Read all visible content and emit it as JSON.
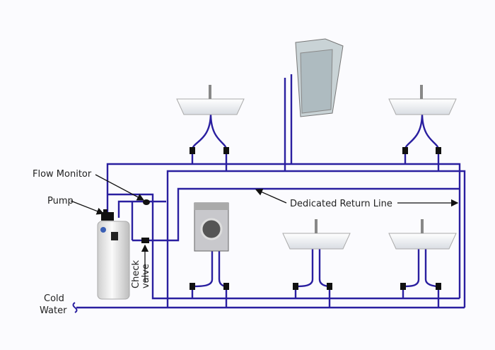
{
  "labels": {
    "flow_monitor": "Flow Monitor",
    "pump": "Pump",
    "check_valve_1": "Check",
    "check_valve_2": "valve",
    "cold_1": "Cold",
    "cold_2": "Water",
    "return_line": "Dedicated Return Line"
  },
  "colors": {
    "pipe": "#2a1fa0",
    "arrow": "#111111"
  }
}
